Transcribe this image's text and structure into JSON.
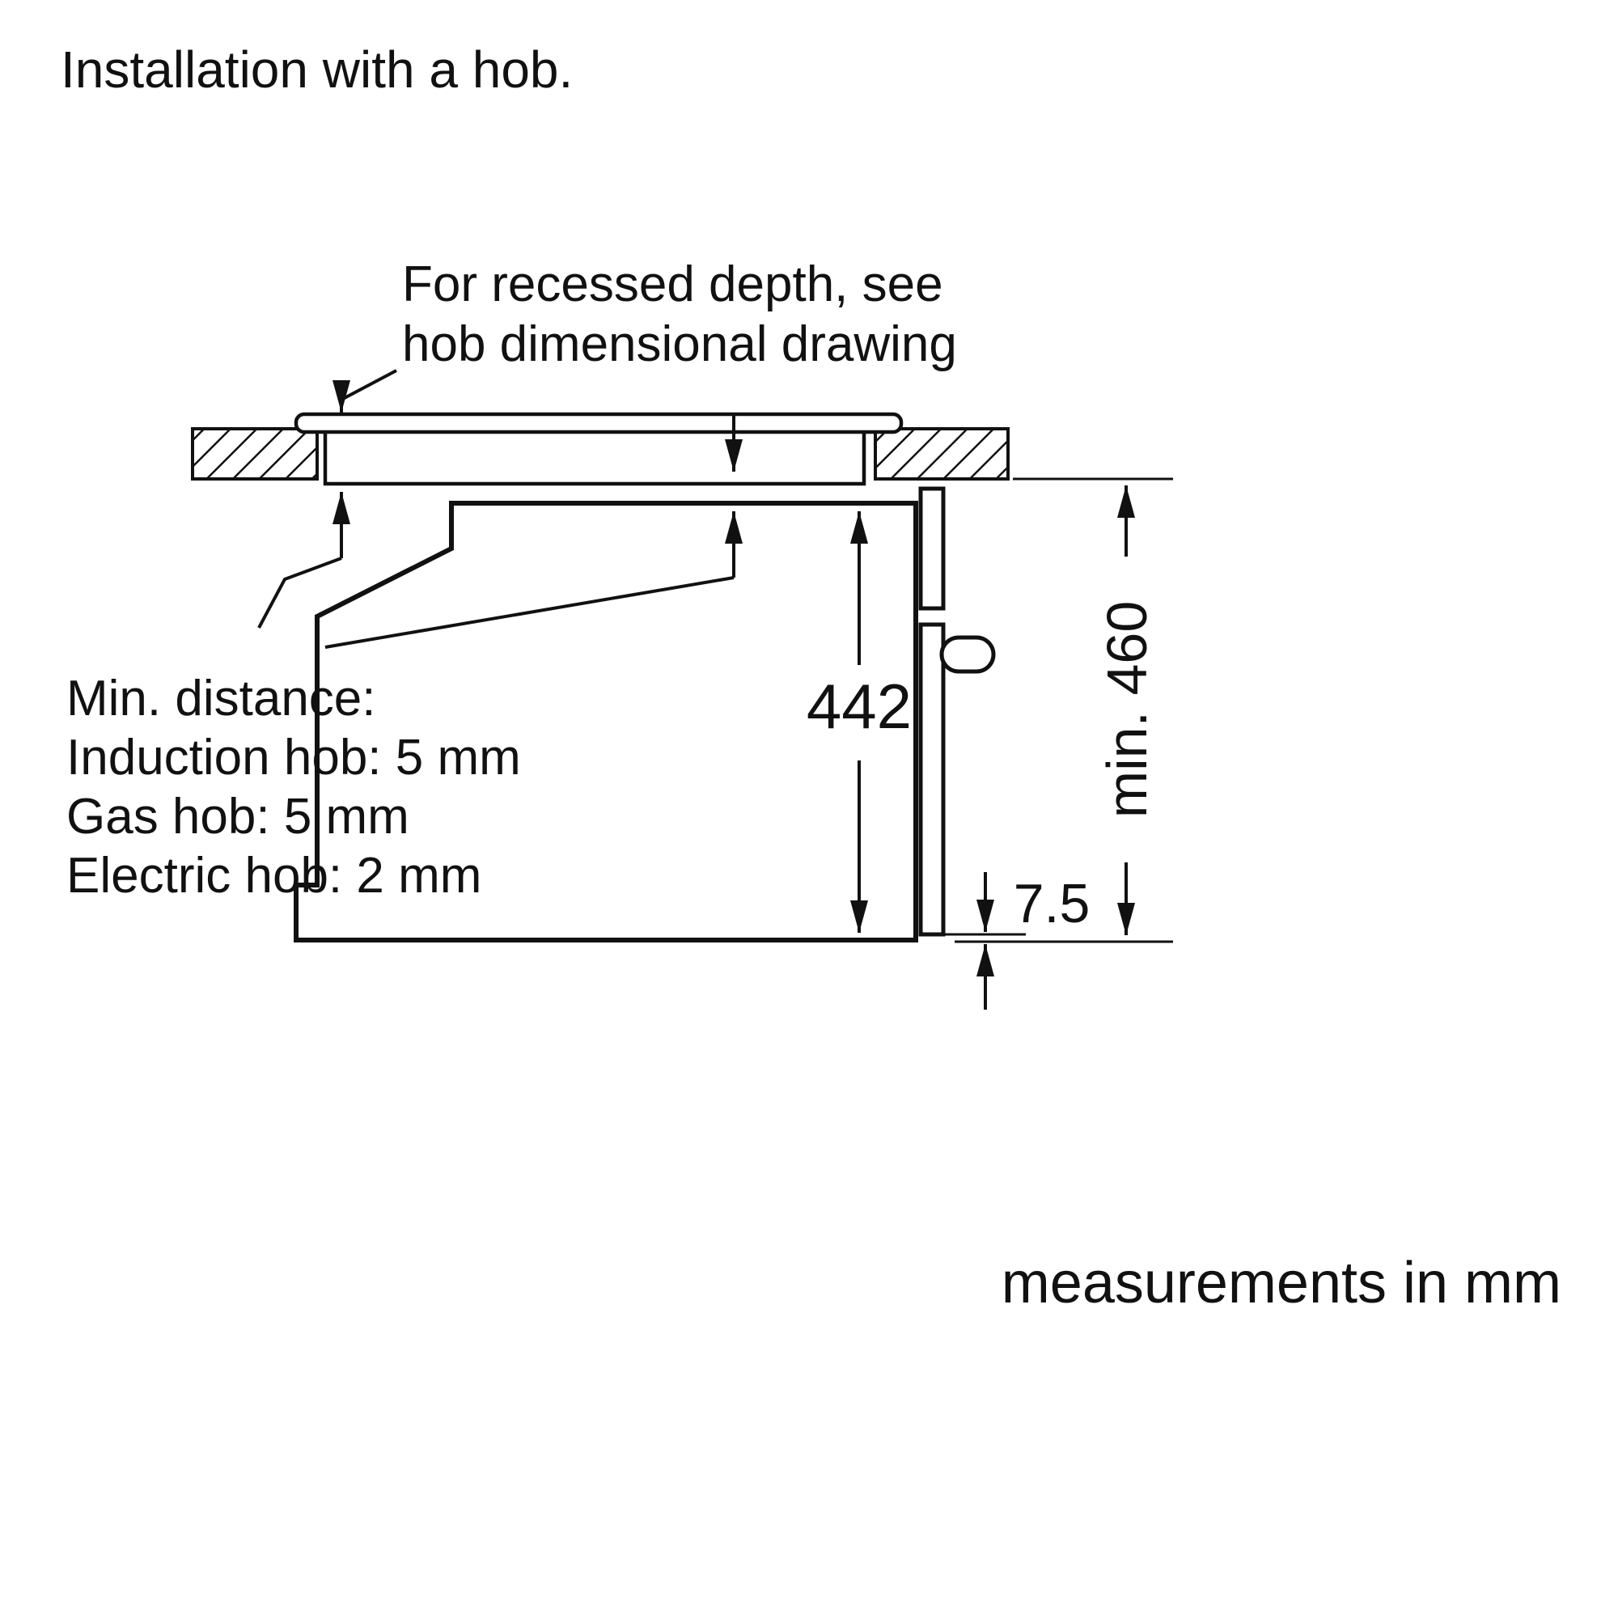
{
  "page": {
    "title": "Installation with a hob.",
    "footer_note": "measurements in mm"
  },
  "callouts": {
    "recessed_depth": {
      "line1": "For recessed depth, see",
      "line2": "hob dimensional drawing"
    },
    "min_distance": {
      "heading": "Min. distance:",
      "induction": "Induction hob: 5 mm",
      "gas": "Gas hob: 5 mm",
      "electric": "Electric hob: 2 mm"
    }
  },
  "dimensions": {
    "interior_height": "442",
    "niche_height": "min. 460",
    "bottom_gap": "7.5"
  },
  "colors": {
    "line": "#111111",
    "background": "#ffffff"
  }
}
